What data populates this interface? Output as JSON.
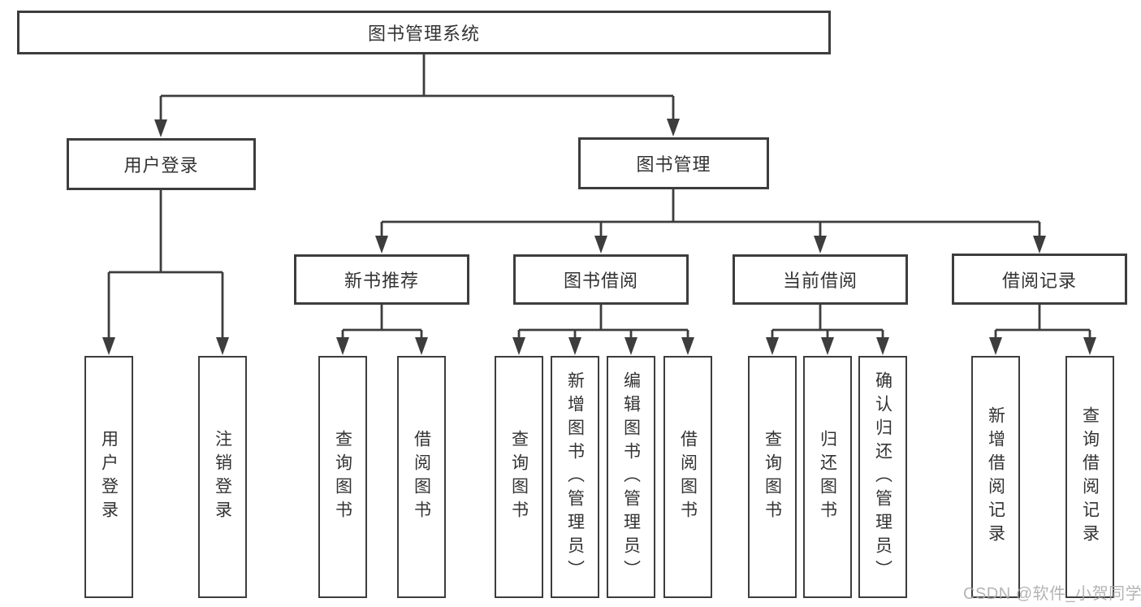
{
  "tree": {
    "label": "图书管理系统",
    "children": [
      {
        "label": "用户登录",
        "children": [
          {
            "label": "用户登录"
          },
          {
            "label": "注销登录"
          }
        ]
      },
      {
        "label": "图书管理",
        "children": [
          {
            "label": "新书推荐",
            "children": [
              {
                "label": "查询图书"
              },
              {
                "label": "借阅图书"
              }
            ]
          },
          {
            "label": "图书借阅",
            "children": [
              {
                "label": "查询图书"
              },
              {
                "label": "新增图书（管理员）"
              },
              {
                "label": "编辑图书（管理员）"
              },
              {
                "label": "借阅图书"
              }
            ]
          },
          {
            "label": "当前借阅",
            "children": [
              {
                "label": "查询图书"
              },
              {
                "label": "归还图书"
              },
              {
                "label": "确认归还（管理员）"
              }
            ]
          },
          {
            "label": "借阅记录",
            "children": [
              {
                "label": "新增借阅记录"
              },
              {
                "label": "查询借阅记录"
              }
            ]
          }
        ]
      }
    ]
  },
  "watermark": "CSDN @软件_小贺同学",
  "colors": {
    "line": "#3d3d3d",
    "text": "#333333",
    "watermark": "#a8a8a8",
    "background": "#ffffff"
  }
}
